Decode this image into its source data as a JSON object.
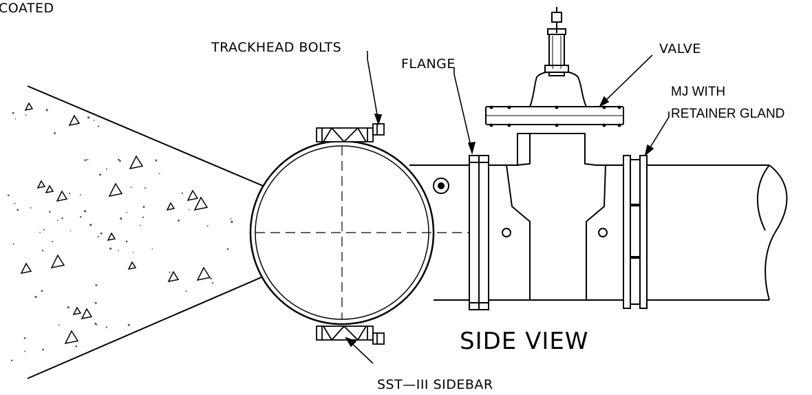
{
  "labels": {
    "coated": "COATED",
    "trackhead_bolts": "TRACKHEAD BOLTS",
    "flange": "FLANGE",
    "valve": "VALVE",
    "mj_line1": "MJ WITH",
    "mj_line2": "RETAINER GLAND",
    "view_title": "SIDE VIEW",
    "sidebar": "SST—III SIDEBAR"
  },
  "colors": {
    "ink": "#000000",
    "background": "#ffffff"
  }
}
